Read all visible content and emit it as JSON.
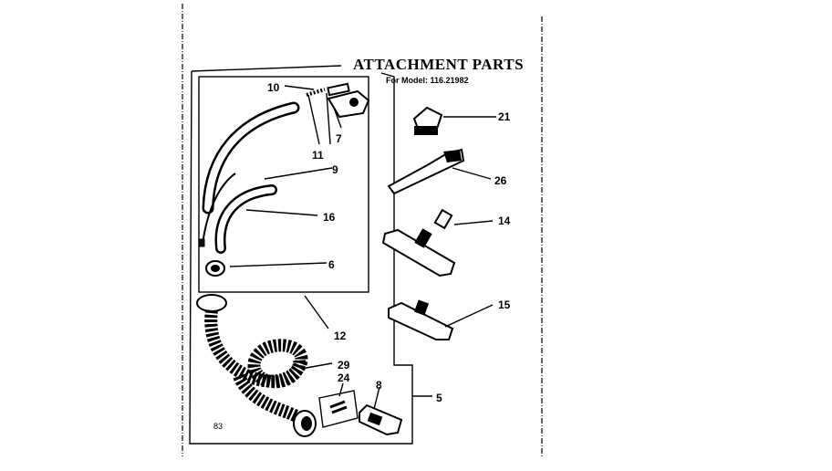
{
  "diagram": {
    "title": "ATTACHMENT PARTS",
    "subtitle": "For Model: 116.21982",
    "page_code": "83",
    "callouts": [
      "10",
      "7",
      "11",
      "9",
      "16",
      "6",
      "12",
      "29",
      "24",
      "8",
      "5",
      "21",
      "26",
      "14",
      "15"
    ]
  }
}
